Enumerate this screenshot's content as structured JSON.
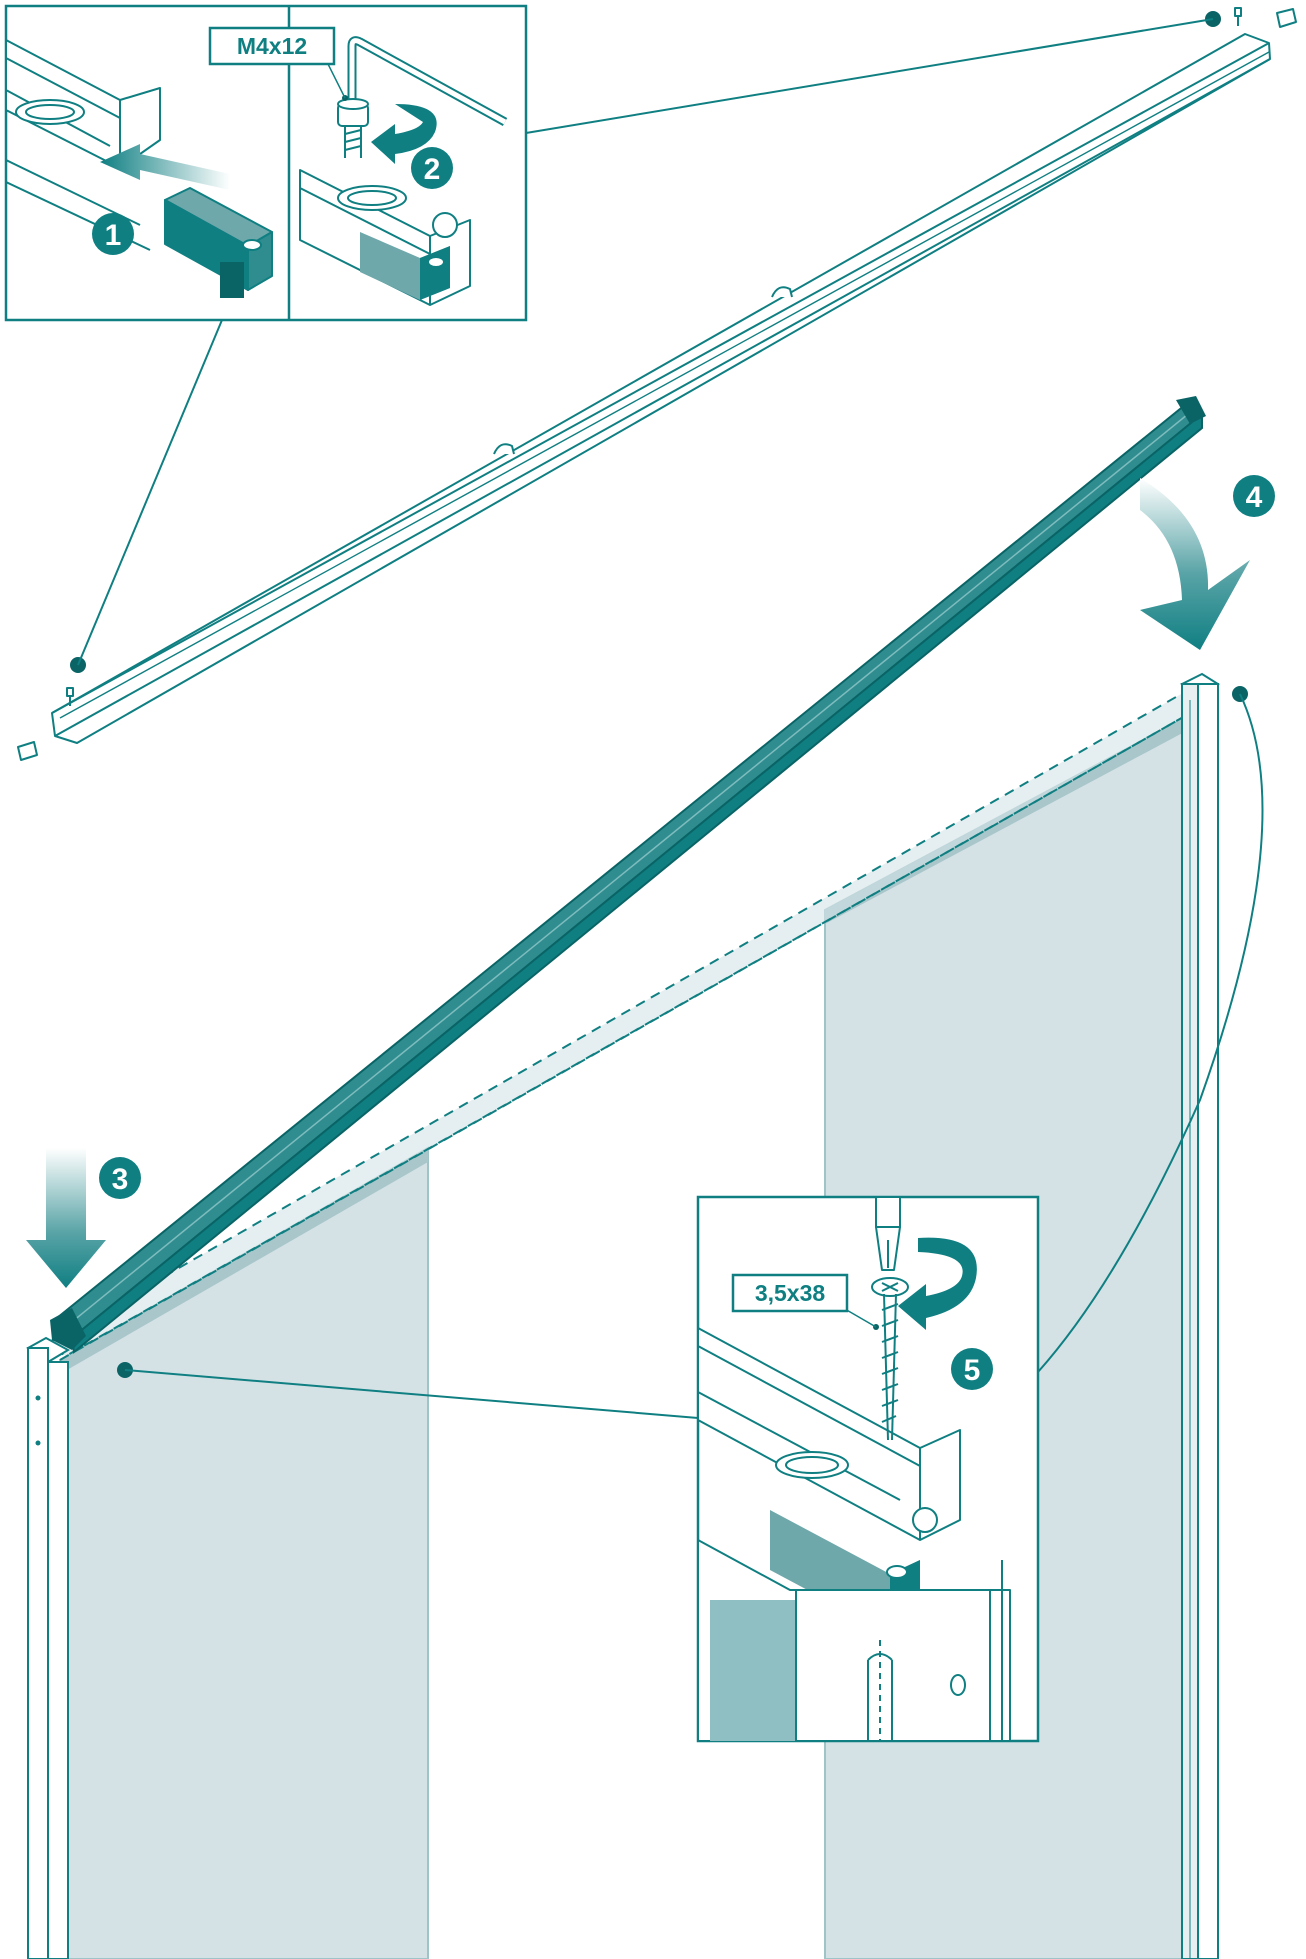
{
  "colors": {
    "teal": "#0f7f82",
    "teal_dark": "#0a6466",
    "teal_light": "#5fa7aa",
    "panel_fill": "#d4e2e6",
    "panel_edge": "#9fc4c7",
    "line": "#0f7f82",
    "background": "#ffffff"
  },
  "labels": {
    "screw_m4": "M4x12",
    "screw_wood": "3,5x38"
  },
  "steps": {
    "s1": "1",
    "s2": "2",
    "s3": "3",
    "s4": "4",
    "s5": "5"
  },
  "icons": {
    "allen_key": "allen-key-icon",
    "screwdriver": "screwdriver-icon",
    "bolt": "bolt-icon",
    "wood_screw": "wood-screw-icon",
    "arrow_rotate": "rotate-arrow-icon",
    "arrow_down": "down-arrow-icon"
  }
}
